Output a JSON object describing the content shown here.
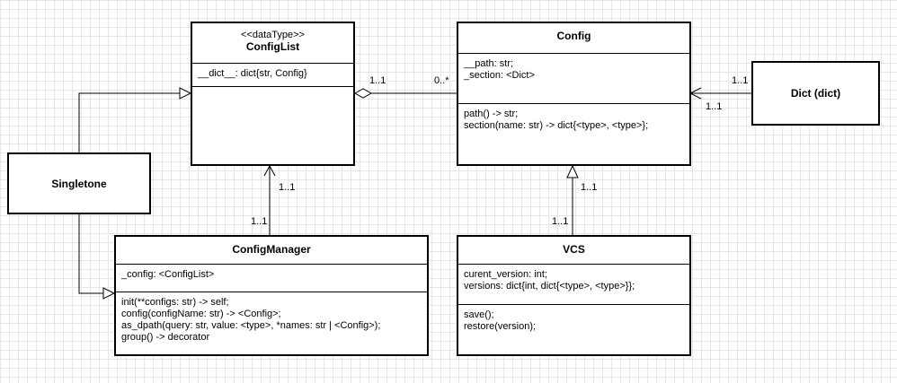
{
  "classes": {
    "configlist": {
      "stereotype": "<<dataType>>",
      "name": "ConfigList",
      "attributes": [
        "__dict__: dict{str, Config}"
      ]
    },
    "config": {
      "name": "Config",
      "attributes": [
        "__path: str;",
        "_section: <Dict>"
      ],
      "methods": [
        "path() -> str;",
        "section(name: str) -> dict{<type>, <type>};"
      ]
    },
    "dict": {
      "name": "Dict (dict)"
    },
    "singletone": {
      "name": "Singletone"
    },
    "configmanager": {
      "name": "ConfigManager",
      "attributes": [
        "_config: <ConfigList>"
      ],
      "methods": [
        "init(**configs: str) -> self;",
        "config(configName: str) -> <Config>;",
        "as_dpath(query: str, value: <type>, *names: str | <Config>);",
        "group() -> decorator"
      ]
    },
    "vcs": {
      "name": "VCS",
      "attributes": [
        "curent_version: int;",
        "versions: dict{int, dict{<type>, <type>}};"
      ],
      "methods": [
        "save();",
        "restore(version);"
      ]
    }
  },
  "multiplicities": {
    "configlist_to_config_source": "1..1",
    "configlist_to_config_target": "0..*",
    "dict_to_config_upper": "1..1",
    "dict_to_config_lower": "1..1",
    "manager_to_configlist_upper": "1..1",
    "manager_to_configlist_lower": "1..1",
    "vcs_to_config_upper": "1..1",
    "vcs_to_config_lower": "1..1"
  }
}
